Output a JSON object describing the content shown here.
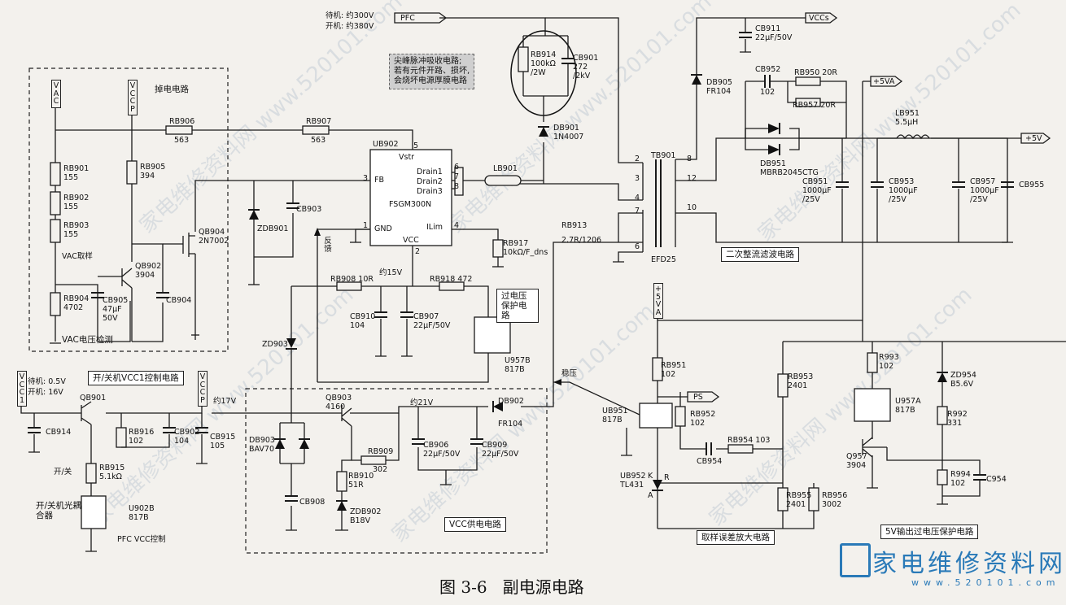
{
  "title": {
    "figure": "图 3-6",
    "text": "副电源电路"
  },
  "logo": {
    "text": "家电维修资料网",
    "sub": "www.520101.com"
  },
  "watermark": "家电维修资料网 www.520101.com",
  "notes": {
    "standby_pfc": "待机: 约300V",
    "on_pfc": "开机: 约380V",
    "spike_line1": "尖峰脉冲吸收电路;",
    "spike_line2": "若有元件开路、损坏,",
    "spike_line3": "会烧坏电源厚膜电路",
    "standby_vcc1": "待机: 0.5V",
    "on_vcc1": "开机: 16V",
    "about15": "约15V",
    "about17": "约17V",
    "about21": "约21V",
    "feedback": "反馈",
    "regulate": "稳压",
    "switch": "开/关",
    "vac_sample": "VAC取样"
  },
  "blocks": {
    "power_down": "掉电电路",
    "vac_detect": "VAC电压检测",
    "onoff_ctrl": "开/关机VCC1控制电路",
    "vcc_supply": "VCC供电电路",
    "ovp": "过电压保护电路",
    "secondary": "二次整流滤波电路",
    "error_amp": "取样误差放大电路",
    "out_ovp": "5V输出过电压保护电路",
    "optocoupler": "开/关机光耦合器",
    "pfc_vcc_ctrl": "PFC VCC控制"
  },
  "nets": {
    "pfc": "PFC",
    "vccs": "VCCs",
    "v5va": "+5VA",
    "v5v": "+5V",
    "vac": "VAC",
    "vccp": "VCCP",
    "vcc1": "VCC1",
    "ps": "PS",
    "vccp2": "VCCP"
  },
  "ic": {
    "ref": "UB902",
    "part": "FSGM300N",
    "vstr": "Vstr",
    "fb": "FB",
    "drain1": "Drain1",
    "drain2": "Drain2",
    "drain3": "Drain3",
    "gnd": "GND",
    "ilim": "ILim",
    "vcc": "VCC",
    "pin5": "5",
    "pin3": "3",
    "pin6": "6",
    "pin7": "7",
    "pin8": "8",
    "pin1": "1",
    "pin4": "4",
    "pin2": "2"
  },
  "transformer": {
    "ref": "TB901",
    "part": "EFD25",
    "p2": "2",
    "p3": "3",
    "p4": "4",
    "p7": "7",
    "p6": "6",
    "p8": "8",
    "p12": "12",
    "p10": "10"
  },
  "components": {
    "RB914": [
      "RB914",
      "100kΩ",
      "/2W"
    ],
    "CB901": [
      "CB901",
      "272",
      "/2kV"
    ],
    "DB901": [
      "DB901",
      "1N4007"
    ],
    "LB901": [
      "LB901"
    ],
    "RB906": [
      "RB906",
      "563"
    ],
    "RB907": [
      "RB907",
      "563"
    ],
    "RB901": [
      "RB901",
      "155"
    ],
    "RB902": [
      "RB902",
      "155"
    ],
    "RB903": [
      "RB903",
      "155"
    ],
    "RB904": [
      "RB904",
      "4702"
    ],
    "RB905": [
      "RB905",
      "394"
    ],
    "CB905": [
      "CB905",
      "47μF",
      "50V"
    ],
    "QB902": [
      "QB902",
      "3904"
    ],
    "QB904": [
      "QB904",
      "2N7002"
    ],
    "CB904": [
      "CB904"
    ],
    "ZDB901": [
      "ZDB901"
    ],
    "CB903": [
      "CB903"
    ],
    "RB917": [
      "RB917",
      "10kΩ/F_dns"
    ],
    "RB913": [
      "RB913",
      "2.7R/1206"
    ],
    "RB908": [
      "RB908",
      "10R"
    ],
    "RB918": [
      "RB918",
      "472"
    ],
    "CB910": [
      "CB910",
      "104"
    ],
    "CB907": [
      "CB907",
      "22μF/50V"
    ],
    "U957B": [
      "U957B",
      "817B"
    ],
    "ZD903": [
      "ZD903"
    ],
    "QB901": [
      "QB901"
    ],
    "CB914": [
      "CB914"
    ],
    "RB916": [
      "RB916",
      "102"
    ],
    "CB902": [
      "CB902",
      "104"
    ],
    "CB915": [
      "CB915",
      "105"
    ],
    "RB915": [
      "RB915",
      "5.1kΩ"
    ],
    "U902B": [
      "U902B",
      "817B"
    ],
    "DB903": [
      "DB903",
      "BAV70"
    ],
    "CB908": [
      "CB908"
    ],
    "QB903": [
      "QB903",
      "4160"
    ],
    "RB909": [
      "RB909",
      "302"
    ],
    "RB910": [
      "RB910",
      "51R"
    ],
    "ZDB902": [
      "ZDB902",
      "B18V"
    ],
    "CB906": [
      "CB906",
      "22μF/50V"
    ],
    "CB909": [
      "CB909",
      "22μF/50V"
    ],
    "DB902": [
      "DB902",
      "FR104"
    ],
    "CB911": [
      "CB911",
      "22μF/50V"
    ],
    "DB905": [
      "DB905",
      "FR104"
    ],
    "CB952": [
      "CB952",
      "102"
    ],
    "RB950": [
      "RB950",
      "20R"
    ],
    "RB957": [
      "RB957",
      "20R"
    ],
    "DB951": [
      "DB951",
      "MBRB2045CTG"
    ],
    "LB951": [
      "LB951",
      "5.5μH"
    ],
    "CB951": [
      "CB951",
      "1000μF",
      "/25V"
    ],
    "CB953": [
      "CB953",
      "1000μF",
      "/25V"
    ],
    "CB957": [
      "CB957",
      "1000μF",
      "/25V"
    ],
    "CB955": [
      "CB955"
    ],
    "RB951": [
      "RB951",
      "102"
    ],
    "UB951": [
      "UB951",
      "817B"
    ],
    "RB952": [
      "RB952",
      "102"
    ],
    "CB954": [
      "CB954"
    ],
    "RB954": [
      "RB954",
      "103"
    ],
    "UB952": [
      "UB952",
      "TL431"
    ],
    "RB953": [
      "RB953",
      "2401"
    ],
    "RB955": [
      "RB955",
      "2401"
    ],
    "RB956": [
      "RB956",
      "3002"
    ],
    "R993": [
      "R993",
      "102"
    ],
    "U957A": [
      "U957A",
      "817B"
    ],
    "ZD954": [
      "ZD954",
      "B5.6V"
    ],
    "R992": [
      "R992",
      "331"
    ],
    "Q957": [
      "Q957",
      "3904"
    ],
    "R994": [
      "R994",
      "102"
    ],
    "C954": [
      "C954"
    ]
  },
  "pins": {
    "k": "K",
    "r": "R",
    "a": "A",
    "n1": "1",
    "n2": "2",
    "n3": "3",
    "n4": "4"
  }
}
